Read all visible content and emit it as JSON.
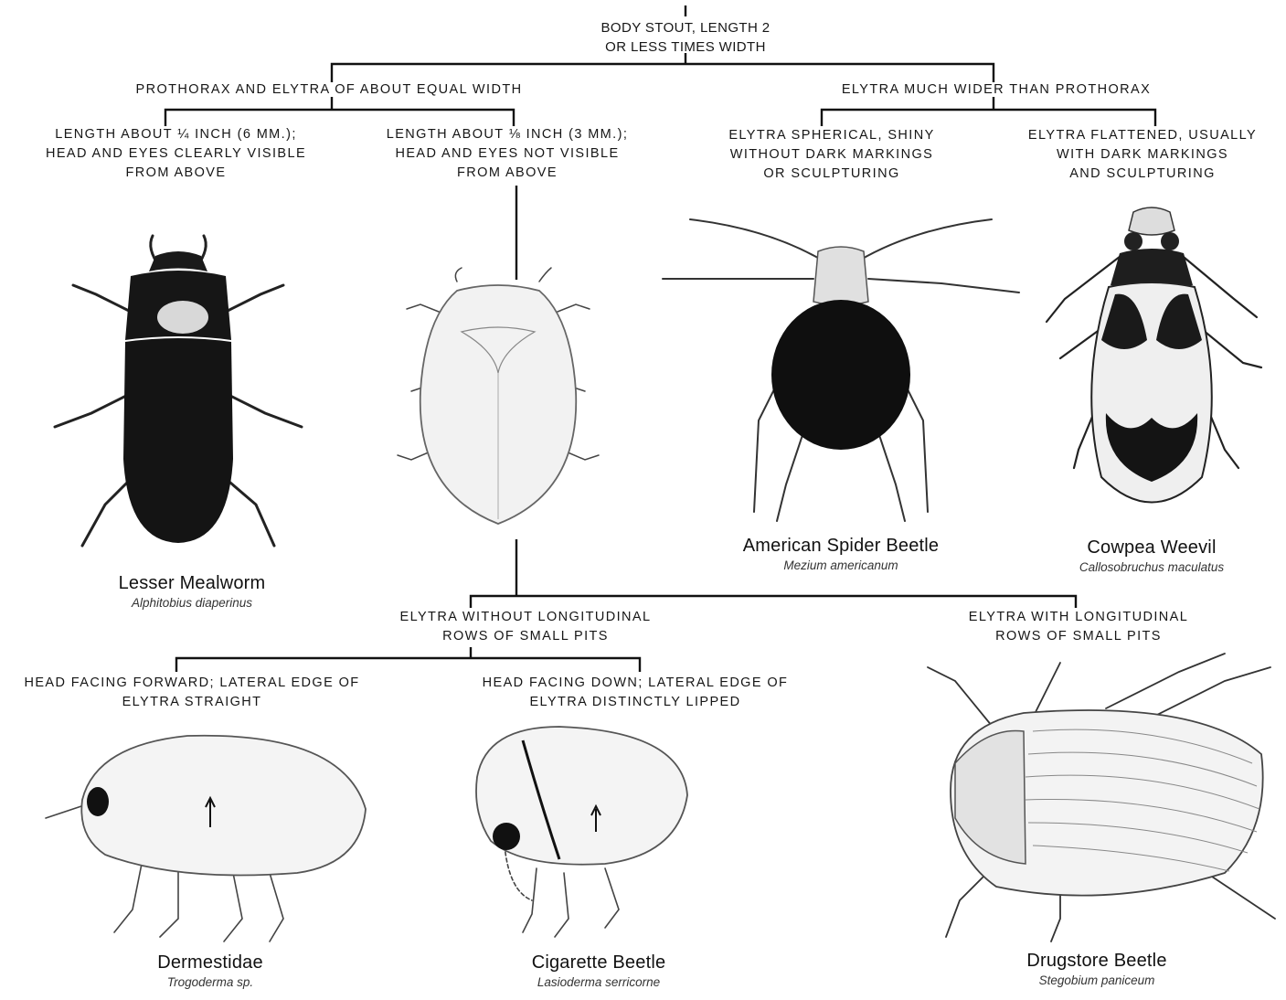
{
  "root": {
    "text": "BODY STOUT, LENGTH 2\nOR LESS TIMES WIDTH"
  },
  "branches": {
    "equal_width": "PROTHORAX AND ELYTRA OF ABOUT EQUAL WIDTH",
    "wider": "ELYTRA MUCH WIDER THAN PROTHORAX",
    "length_quarter": "LENGTH ABOUT ¼ INCH (6 mm.);\nHEAD AND EYES CLEARLY VISIBLE\nFROM ABOVE",
    "length_eighth": "LENGTH ABOUT ⅛ INCH (3 mm.);\nHEAD AND EYES NOT VISIBLE\nFROM ABOVE",
    "spherical": "ELYTRA SPHERICAL, SHINY\nWITHOUT DARK MARKINGS\nOR SCULPTURING",
    "flattened": "ELYTRA FLATTENED, USUALLY\nWITH DARK MARKINGS\nAND SCULPTURING",
    "without_rows": "ELYTRA WITHOUT LONGITUDINAL\nROWS OF SMALL PITS",
    "with_rows": "ELYTRA WITH LONGITUDINAL\nROWS OF SMALL PITS",
    "head_forward": "HEAD FACING FORWARD; LATERAL EDGE OF\nELYTRA STRAIGHT",
    "head_down": "HEAD FACING DOWN; LATERAL EDGE OF\nELYTRA DISTINCTLY LIPPED"
  },
  "species": {
    "lesser_mealworm": {
      "common": "Lesser Mealworm",
      "scientific": "Alphitobius diaperinus"
    },
    "american_spider": {
      "common": "American Spider Beetle",
      "scientific": "Mezium americanum"
    },
    "cowpea_weevil": {
      "common": "Cowpea Weevil",
      "scientific": "Callosobruchus maculatus"
    },
    "dermestidae": {
      "common": "Dermestidae",
      "scientific": "Trogoderma sp."
    },
    "cigarette": {
      "common": "Cigarette Beetle",
      "scientific": "Lasioderma serricorne"
    },
    "drugstore": {
      "common": "Drugstore Beetle",
      "scientific": "Stegobium paniceum"
    }
  },
  "colors": {
    "ink": "#111111",
    "paper": "#ffffff"
  }
}
